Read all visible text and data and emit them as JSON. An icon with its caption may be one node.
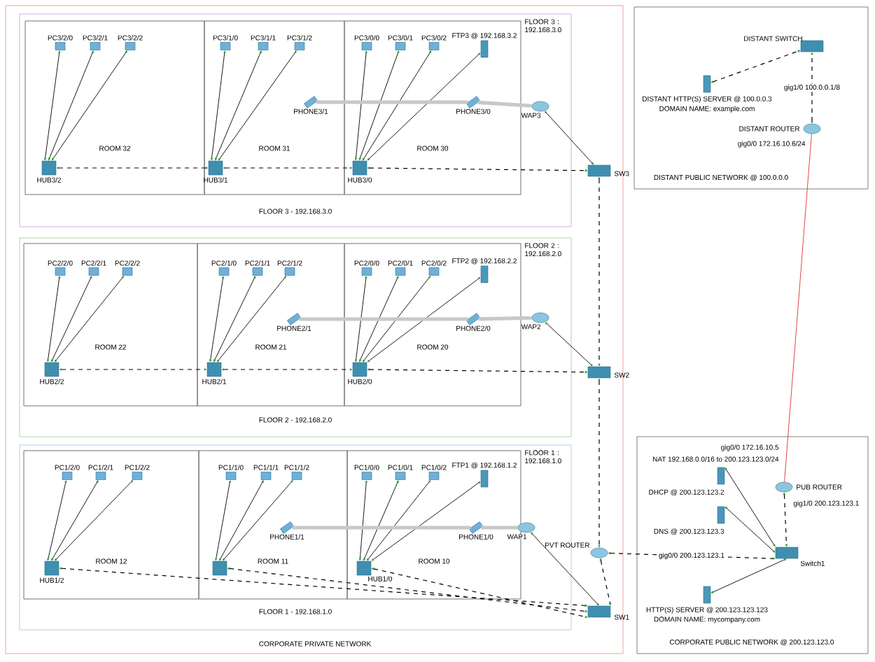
{
  "diagram": {
    "nodes": [
      {
        "text": [
          "CORPORATE PRIVATE NETWORK"
        ]
      },
      {
        "text": [
          "FLOOR 3 : 192.168.3.0",
          "FLOOR 3 - 192.168.3.0"
        ],
        "in": 0
      },
      {
        "text": [
          "ROOM 32"
        ],
        "in": 1
      },
      {
        "text": [
          "ROOM 31"
        ],
        "in": 1
      },
      {
        "text": [
          "ROOM 30"
        ],
        "in": 1
      },
      {
        "text": [
          "PC3/2/0"
        ],
        "in": 2
      },
      {
        "text": [
          "PC3/2/1"
        ],
        "in": 2
      },
      {
        "text": [
          "PC3/2/2"
        ],
        "in": 2
      },
      {
        "text": [
          "PC3/1/0"
        ],
        "in": 3
      },
      {
        "text": [
          "PC3/1/1"
        ],
        "in": 3
      },
      {
        "text": [
          "PC3/1/2"
        ],
        "in": 3
      },
      {
        "text": [
          "PC3/0/0"
        ],
        "in": 4
      },
      {
        "text": [
          "PC3/0/1"
        ],
        "in": 4
      },
      {
        "text": [
          "PC3/0/2"
        ],
        "in": 4
      },
      {
        "text": [
          "FTP3 @ 192.168.3.2"
        ],
        "in": 4
      },
      {
        "text": [
          "PHONE3/1"
        ],
        "in": 3
      },
      {
        "text": [
          "PHONE3/0"
        ],
        "in": 4
      },
      {
        "text": [
          "WAP3"
        ],
        "in": 1
      },
      {
        "text": [
          "HUB3/2"
        ],
        "in": 2
      },
      {
        "text": [
          "HUB3/1"
        ],
        "in": 3
      },
      {
        "text": [
          "HUB3/0"
        ],
        "in": 4
      },
      {
        "text": [
          "SW3"
        ],
        "in": 0
      },
      {
        "text": [
          "FLOOR 2 : 192.168.2.0",
          "FLOOR 2 - 192.168.2.0"
        ],
        "in": 0
      },
      {
        "text": [
          "ROOM 22"
        ],
        "in": 22
      },
      {
        "text": [
          "ROOM 21"
        ],
        "in": 22
      },
      {
        "text": [
          "ROOM 20"
        ],
        "in": 22
      },
      {
        "text": [
          "PC2/2/0"
        ],
        "in": 23
      },
      {
        "text": [
          "PC2/2/1"
        ],
        "in": 23
      },
      {
        "text": [
          "PC2/2/2"
        ],
        "in": 23
      },
      {
        "text": [
          "PC2/1/0"
        ],
        "in": 24
      },
      {
        "text": [
          "PC2/1/1"
        ],
        "in": 24
      },
      {
        "text": [
          "PC2/1/2"
        ],
        "in": 24
      },
      {
        "text": [
          "PC2/0/0"
        ],
        "in": 25
      },
      {
        "text": [
          "PC2/0/1"
        ],
        "in": 25
      },
      {
        "text": [
          "PC2/0/2"
        ],
        "in": 25
      },
      {
        "text": [
          "FTP2 @ 192.168.2.2"
        ],
        "in": 25
      },
      {
        "text": [
          "PHONE2/1"
        ],
        "in": 24
      },
      {
        "text": [
          "PHONE2/0"
        ],
        "in": 25
      },
      {
        "text": [
          "WAP2"
        ],
        "in": 22
      },
      {
        "text": [
          "HUB2/2"
        ],
        "in": 23
      },
      {
        "text": [
          "HUB2/1"
        ],
        "in": 24
      },
      {
        "text": [
          "HUB2/0"
        ],
        "in": 25
      },
      {
        "text": [
          "SW2"
        ],
        "in": 0
      },
      {
        "text": [
          "FLOOR 1 : 192.168.1.0",
          "FLOOR 1 - 192.168.1.0"
        ],
        "in": 0
      },
      {
        "text": [
          "ROOM 12"
        ],
        "in": 43
      },
      {
        "text": [
          "ROOM 11"
        ],
        "in": 43
      },
      {
        "text": [
          "ROOM 10"
        ],
        "in": 43
      },
      {
        "text": [
          "PC1/2/0"
        ],
        "in": 44
      },
      {
        "text": [
          "PC1/2/1"
        ],
        "in": 44
      },
      {
        "text": [
          "PC1/2/2"
        ],
        "in": 44
      },
      {
        "text": [
          "PC1/1/0"
        ],
        "in": 45
      },
      {
        "text": [
          "PC1/1/1"
        ],
        "in": 45
      },
      {
        "text": [
          "PC1/1/2"
        ],
        "in": 45
      },
      {
        "text": [
          "PC1/0/0"
        ],
        "in": 46
      },
      {
        "text": [
          "PC1/0/1"
        ],
        "in": 46
      },
      {
        "text": [
          "PC1/0/2"
        ],
        "in": 46
      },
      {
        "text": [
          "FTP1 @ 192.168.1.2"
        ],
        "in": 46
      },
      {
        "text": [
          "PHONE1/1"
        ],
        "in": 45
      },
      {
        "text": [
          "PHONE1/0"
        ],
        "in": 46
      },
      {
        "text": [
          "WAP1"
        ],
        "in": 43
      },
      {
        "text": [
          "HUB1/2"
        ],
        "in": 44
      },
      {
        "text": [],
        "shape": "box",
        "in": 45
      },
      {
        "text": [
          "HUB1/0"
        ],
        "in": 46
      },
      {
        "text": [
          "PVT ROUTER"
        ],
        "in": 0
      },
      {
        "text": [
          "SW1"
        ],
        "in": 0
      },
      {
        "text": [
          "DISTANT PUBLIC NETWORK @ 100.0.0.0"
        ]
      },
      {
        "text": [
          "DISTANT SWITCH"
        ],
        "in": 65
      },
      {
        "text": [
          "DISTANT HTTP(S) SERVER @ 100.0.0.3",
          "DOMAIN NAME: example.com"
        ],
        "in": 65
      },
      {
        "text": [
          "DISTANT ROUTER"
        ],
        "beside": [
          "gig0/0 172.16.10.6/24"
        ],
        "in": 65
      },
      {
        "text": [
          "CORPORATE PUBLIC NETWORK @ 200.123.123.0"
        ]
      },
      {
        "text": [
          "PUB ROUTER"
        ],
        "beside": [
          "gig0/0 172.16.10.5",
          "NAT 192.168.0.0/16 to 200.123.123.0/24",
          "gig1/0 200.123.123.1"
        ],
        "in": 69
      },
      {
        "text": [
          "DHCP @ 200.123.123.2"
        ],
        "in": 69
      },
      {
        "text": [
          "DNS @ 200.123.123.3"
        ],
        "in": 69
      },
      {
        "text": [
          "Switch1"
        ],
        "in": 69
      },
      {
        "text": [
          "HTTP(S) SERVER @ 200.123.123.123",
          "DOMAIN NAME: mycompany.com"
        ],
        "in": 69
      }
    ],
    "edges": [
      {
        "from": 18,
        "to": 5,
        "arrow": "both"
      },
      {
        "from": 18,
        "to": 6,
        "arrow": "both"
      },
      {
        "from": 18,
        "to": 7,
        "arrow": "both"
      },
      {
        "from": 19,
        "to": 8,
        "arrow": "both"
      },
      {
        "from": 19,
        "to": 9,
        "arrow": "both"
      },
      {
        "from": 19,
        "to": 10,
        "arrow": "both"
      },
      {
        "from": 20,
        "to": 11,
        "arrow": "both"
      },
      {
        "from": 20,
        "to": 12,
        "arrow": "both"
      },
      {
        "from": 20,
        "to": 13,
        "arrow": "both"
      },
      {
        "from": 20,
        "to": 14,
        "arrow": "both"
      },
      {
        "from": 15,
        "to": 16,
        "arrow": "none",
        "style": "thick",
        "color": "#c8c8c8"
      },
      {
        "from": 16,
        "to": 17,
        "arrow": "none",
        "style": "thick",
        "color": "#c8c8c8"
      },
      {
        "from": 17,
        "to": 21,
        "arrow": "both"
      },
      {
        "from": 18,
        "to": 19,
        "arrow": "both",
        "style": "dashed"
      },
      {
        "from": 19,
        "to": 20,
        "arrow": "both",
        "style": "dashed"
      },
      {
        "from": 20,
        "to": 21,
        "arrow": "both",
        "style": "dashed"
      },
      {
        "from": 39,
        "to": 26,
        "arrow": "both"
      },
      {
        "from": 39,
        "to": 27,
        "arrow": "both"
      },
      {
        "from": 39,
        "to": 28,
        "arrow": "both"
      },
      {
        "from": 40,
        "to": 29,
        "arrow": "both"
      },
      {
        "from": 40,
        "to": 30,
        "arrow": "both"
      },
      {
        "from": 40,
        "to": 31,
        "arrow": "both"
      },
      {
        "from": 41,
        "to": 32,
        "arrow": "both"
      },
      {
        "from": 41,
        "to": 33,
        "arrow": "both"
      },
      {
        "from": 41,
        "to": 34,
        "arrow": "both"
      },
      {
        "from": 41,
        "to": 35,
        "arrow": "both"
      },
      {
        "from": 36,
        "to": 37,
        "arrow": "none",
        "style": "thick",
        "color": "#c8c8c8"
      },
      {
        "from": 37,
        "to": 38,
        "arrow": "none",
        "style": "thick",
        "color": "#c8c8c8"
      },
      {
        "from": 38,
        "to": 42,
        "arrow": "both"
      },
      {
        "from": 39,
        "to": 40,
        "arrow": "both",
        "style": "dashed"
      },
      {
        "from": 40,
        "to": 41,
        "arrow": "both",
        "style": "dashed"
      },
      {
        "from": 41,
        "to": 42,
        "arrow": "both",
        "style": "dashed"
      },
      {
        "from": 60,
        "to": 47,
        "arrow": "both"
      },
      {
        "from": 60,
        "to": 48,
        "arrow": "both"
      },
      {
        "from": 60,
        "to": 49,
        "arrow": "both"
      },
      {
        "from": 61,
        "to": 50,
        "arrow": "both"
      },
      {
        "from": 61,
        "to": 51,
        "arrow": "both"
      },
      {
        "from": 61,
        "to": 52,
        "arrow": "both"
      },
      {
        "from": 62,
        "to": 53,
        "arrow": "both"
      },
      {
        "from": 62,
        "to": 54,
        "arrow": "both"
      },
      {
        "from": 62,
        "to": 55,
        "arrow": "both"
      },
      {
        "from": 62,
        "to": 56,
        "arrow": "both"
      },
      {
        "from": 57,
        "to": 58,
        "arrow": "none",
        "style": "thick",
        "color": "#c8c8c8"
      },
      {
        "from": 58,
        "to": 59,
        "arrow": "none",
        "style": "thick",
        "color": "#c8c8c8"
      },
      {
        "from": 59,
        "to": 64,
        "arrow": "both"
      },
      {
        "from": 60,
        "to": 64,
        "arrow": "both",
        "style": "dashed"
      },
      {
        "from": 61,
        "to": 64,
        "arrow": "both",
        "style": "dashed"
      },
      {
        "from": 62,
        "to": 64,
        "arrow": "both",
        "style": "dashed"
      },
      {
        "from": 21,
        "to": 42,
        "arrow": "both",
        "style": "dashed"
      },
      {
        "from": 42,
        "to": 63,
        "arrow": "both",
        "style": "dashed"
      },
      {
        "from": 63,
        "to": 64,
        "arrow": "both",
        "style": "dashed"
      },
      {
        "from": 63,
        "to": 73,
        "arrow": "both",
        "style": "dashed",
        "label": "gig0/0 200.123.123.1"
      },
      {
        "from": 70,
        "to": 73,
        "arrow": "both",
        "style": "dashed"
      },
      {
        "from": 71,
        "to": 73,
        "arrow": "both"
      },
      {
        "from": 72,
        "to": 73,
        "arrow": "both"
      },
      {
        "from": 74,
        "to": 73,
        "arrow": "both"
      },
      {
        "from": 67,
        "to": 66,
        "arrow": "both",
        "style": "dashed"
      },
      {
        "from": 68,
        "to": 66,
        "arrow": "both",
        "style": "dashed",
        "label": "gig1/0 100.0.0.1/8"
      },
      {
        "from": 68,
        "to": 70,
        "arrow": "none",
        "color": "#e03030"
      }
    ]
  }
}
